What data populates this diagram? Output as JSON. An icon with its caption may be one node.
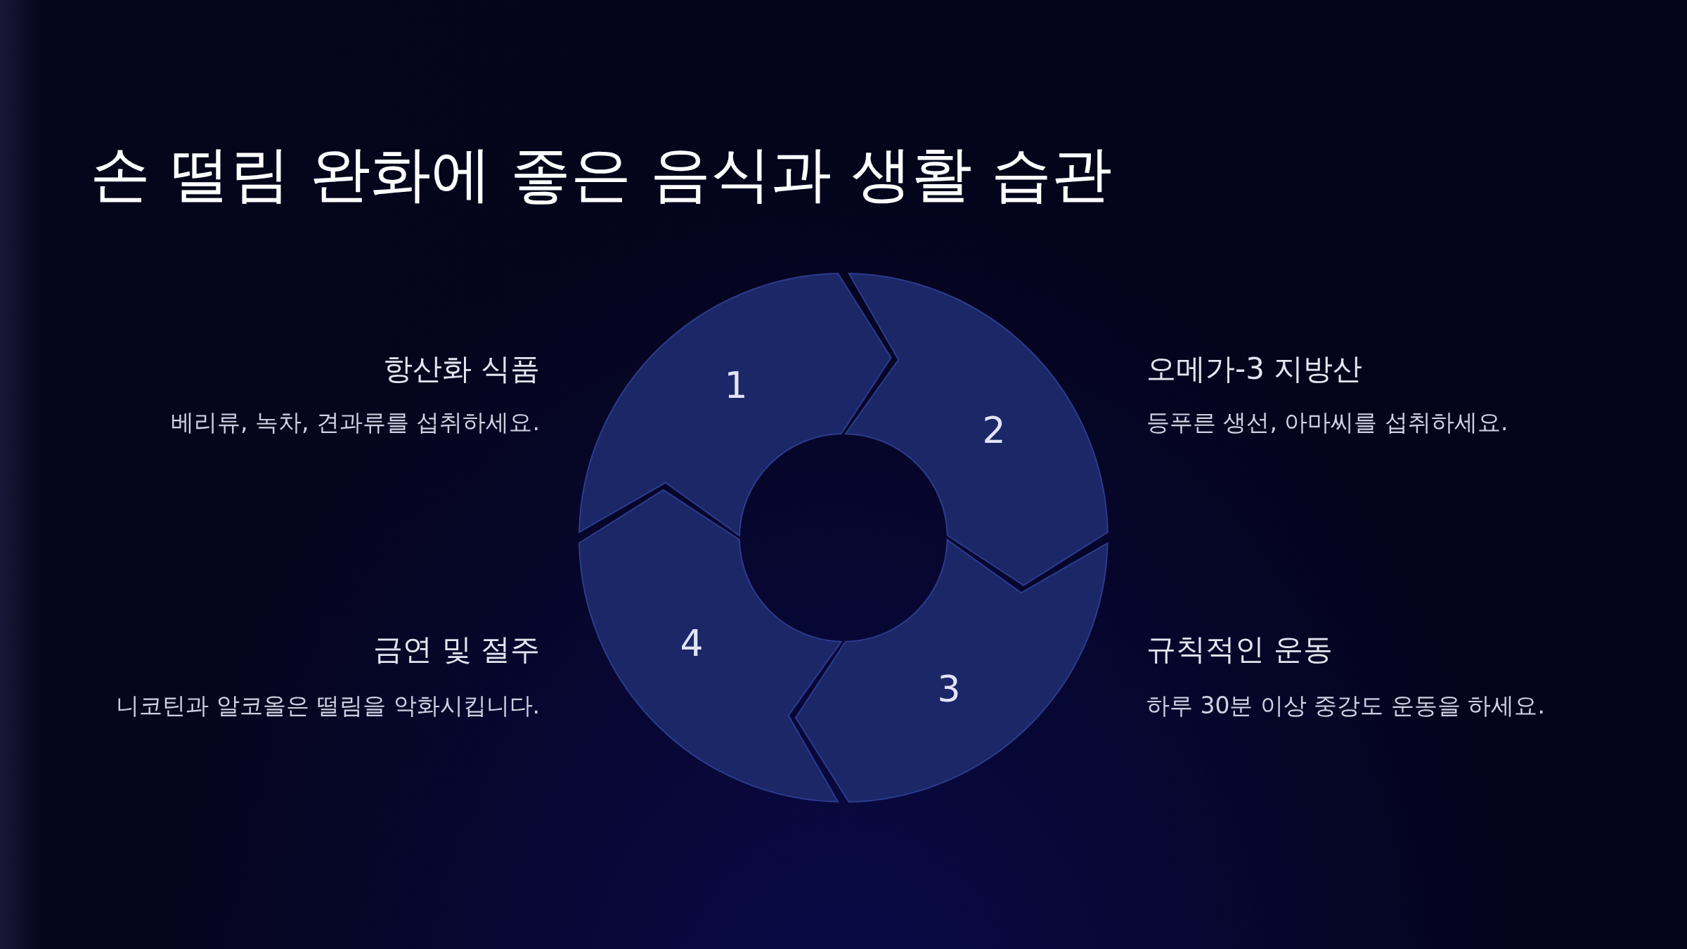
{
  "diagram": {
    "title": "손 떨림 완화에 좋은 음식과 생활 습관",
    "nodes": [
      {
        "text": [
          "1"
        ],
        "beside": [
          "항산화 식품",
          "베리류, 녹차, 견과류를 섭취하세요."
        ]
      },
      {
        "text": [
          "2"
        ],
        "beside": [
          "오메가-3 지방산",
          "등푸른 생선, 아마씨를 섭취하세요."
        ]
      },
      {
        "text": [
          "3"
        ],
        "beside": [
          "규칙적인 운동",
          "하루 30분 이상 중강도 운동을 하세요."
        ]
      },
      {
        "text": [
          "4"
        ],
        "beside": [
          "금연 및 절주",
          "니코틴과 알코올은 떨림을 악화시킵니다."
        ]
      }
    ]
  }
}
